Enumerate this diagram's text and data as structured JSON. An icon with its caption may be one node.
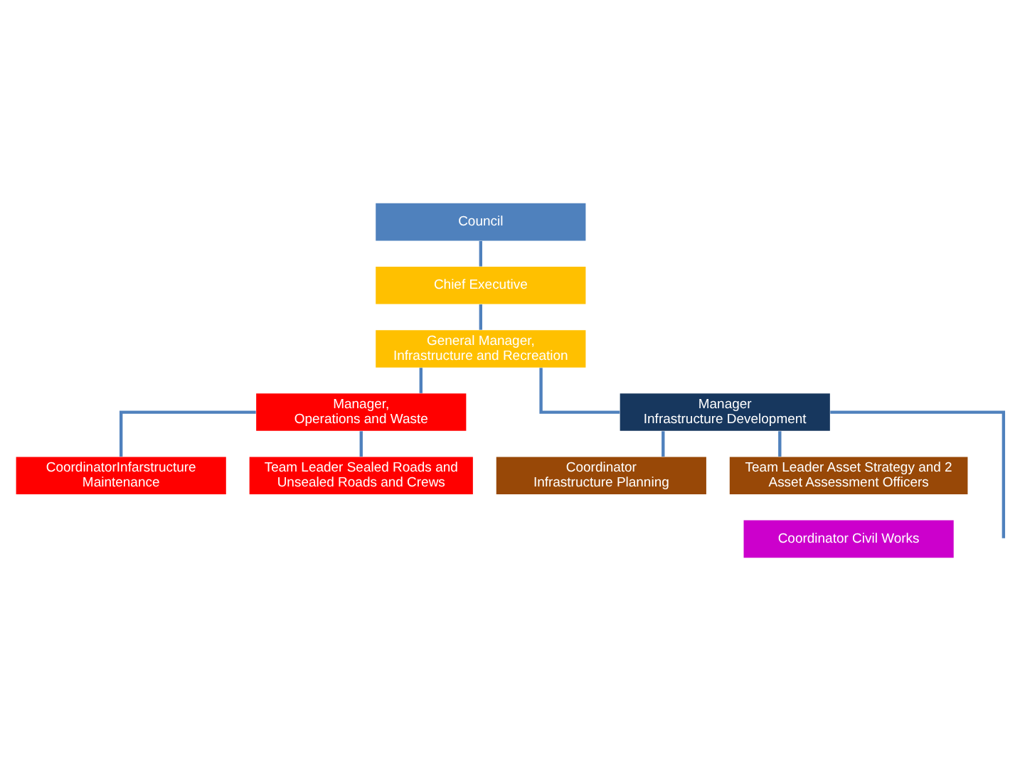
{
  "diagram": {
    "nodes": [
      {
        "text": [
          "Council"
        ]
      },
      {
        "text": [
          "Chief Executive"
        ]
      },
      {
        "text": [
          "General Manager, Infrastructure and Recreation"
        ]
      },
      {
        "text": [
          "Manager, Operations and Waste"
        ]
      },
      {
        "text": [
          "Manager Infrastructure Development"
        ]
      },
      {
        "text": [
          "CoordinatorInfarstructure Maintenance"
        ]
      },
      {
        "text": [
          "Team Leader Sealed Roads and Unsealed Roads and Crews"
        ]
      },
      {
        "text": [
          "Coordinator Infrastructure Planning"
        ]
      },
      {
        "text": [
          "Team Leader Asset Strategy and 2 Asset Assessment Officers"
        ]
      },
      {
        "text": [
          "Coordinator Civil Works"
        ]
      }
    ],
    "edges": [
      {
        "from": 0,
        "to": 1,
        "arrow": "none"
      },
      {
        "from": 1,
        "to": 2,
        "arrow": "none"
      },
      {
        "from": 2,
        "to": 3,
        "arrow": "none"
      },
      {
        "from": 2,
        "to": 4,
        "arrow": "none"
      },
      {
        "from": 3,
        "to": 5,
        "arrow": "none"
      },
      {
        "from": 3,
        "to": 6,
        "arrow": "none"
      },
      {
        "from": 4,
        "to": 7,
        "arrow": "none"
      },
      {
        "from": 4,
        "to": 8,
        "arrow": "none"
      },
      {
        "from": 4,
        "to": null,
        "arrow": "none"
      }
    ]
  }
}
